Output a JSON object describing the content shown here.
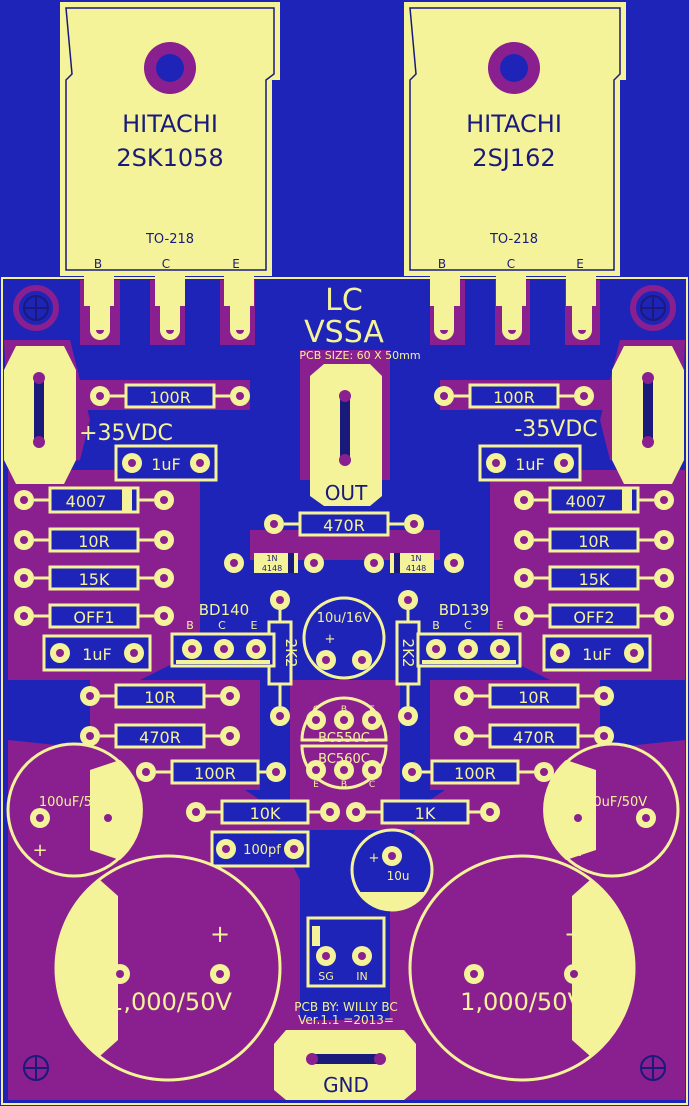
{
  "transistors": {
    "left": {
      "brand": "HITACHI",
      "part": "2SK1058",
      "package": "TO-218",
      "pins": [
        "B",
        "C",
        "E"
      ]
    },
    "right": {
      "brand": "HITACHI",
      "part": "2SJ162",
      "package": "TO-218",
      "pins": [
        "B",
        "C",
        "E"
      ]
    }
  },
  "header": {
    "title1": "LC",
    "title2": "VSSA",
    "size": "PCB SIZE: 60 X 50mm"
  },
  "power": {
    "pos": "+35VDC",
    "neg": "-35VDC",
    "out": "OUT",
    "gnd": "GND"
  },
  "resistors": {
    "r_top_left": "100R",
    "r_top_right": "100R",
    "r_mid": "470R",
    "r10_left": "10R",
    "r10_right": "10R",
    "r15_left": "15K",
    "r15_right": "15K",
    "off1": "OFF1",
    "off2": "OFF2",
    "r10b_left": "10R",
    "r10b_right": "10R",
    "r470_left": "470R",
    "r470_right": "470R",
    "r100_left": "100R",
    "r100_right": "100R",
    "r10k": "10K",
    "r1k": "1K",
    "r2k_left": "2K2",
    "r2k_right": "2K2"
  },
  "diodes": {
    "d_left": "4007",
    "d_right": "4007",
    "d1_top": "1N",
    "d1_bot": "4148",
    "d2_top": "1N",
    "d2_bot": "4148"
  },
  "caps": {
    "c1uf_tl": "1uF",
    "c1uf_tr": "1uF",
    "c1uf_ml": "1uF",
    "c1uf_mr": "1uF",
    "c10u16": "10u/16V",
    "c10u16_plus": "+",
    "c100uf_l": "100uF/50V",
    "c100uf_r": "100uF/50V",
    "c100pf": "100pf",
    "c10u": "10u",
    "c10u_plus": "+",
    "c1000_l": "1,000/50V",
    "c1000_r": "1,000/50V",
    "plus": "+"
  },
  "drivers": {
    "bd140": "BD140",
    "bd139": "BD139",
    "pins": [
      "B",
      "C",
      "E"
    ],
    "bc550": "BC550C",
    "bc560": "BC560C",
    "bc_pins_top": [
      "C",
      "B",
      "E"
    ],
    "bc_pins_bot": [
      "E",
      "B",
      "C"
    ]
  },
  "input": {
    "sg": "SG",
    "in": "IN"
  },
  "credits": {
    "by": "PCB BY: WILLY BC",
    "ver": "Ver.1.1 =2013="
  },
  "colors": {
    "background": "#1f24b8",
    "copper": "#8a1f8f",
    "silk": "#f5f39a"
  }
}
